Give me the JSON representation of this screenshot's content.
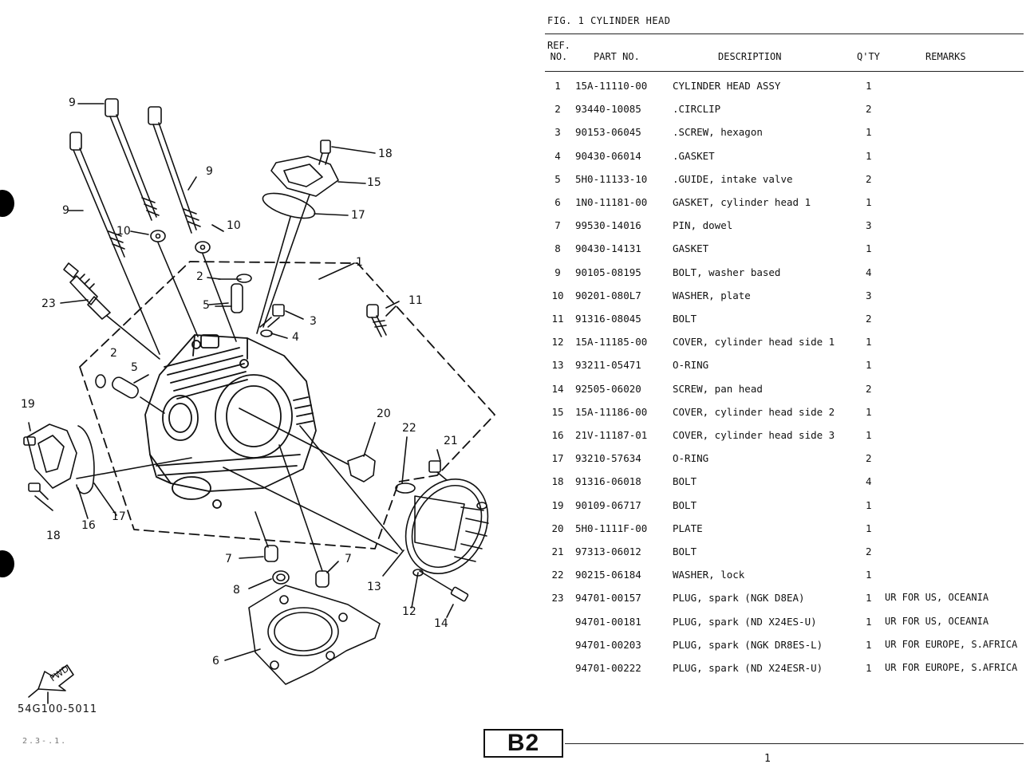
{
  "figure": {
    "title": "FIG.  1  CYLINDER HEAD",
    "headers": {
      "ref_no": "REF.\nNO.",
      "part_no": "PART NO.",
      "description": "DESCRIPTION",
      "qty": "Q'TY",
      "remarks": "REMARKS"
    },
    "rows": [
      {
        "ref": "1",
        "part_no": "15A-11110-00",
        "description": "CYLINDER HEAD ASSY",
        "qty": "1",
        "remarks": ""
      },
      {
        "ref": "2",
        "part_no": "93440-10085",
        "description": ".CIRCLIP",
        "qty": "2",
        "remarks": ""
      },
      {
        "ref": "3",
        "part_no": "90153-06045",
        "description": ".SCREW, hexagon",
        "qty": "1",
        "remarks": ""
      },
      {
        "ref": "4",
        "part_no": "90430-06014",
        "description": ".GASKET",
        "qty": "1",
        "remarks": ""
      },
      {
        "ref": "5",
        "part_no": "5H0-11133-10",
        "description": ".GUIDE, intake valve",
        "qty": "2",
        "remarks": ""
      },
      {
        "ref": "6",
        "part_no": "1N0-11181-00",
        "description": "GASKET, cylinder head 1",
        "qty": "1",
        "remarks": ""
      },
      {
        "ref": "7",
        "part_no": "99530-14016",
        "description": "PIN, dowel",
        "qty": "3",
        "remarks": ""
      },
      {
        "ref": "8",
        "part_no": "90430-14131",
        "description": "GASKET",
        "qty": "1",
        "remarks": ""
      },
      {
        "ref": "9",
        "part_no": "90105-08195",
        "description": "BOLT, washer based",
        "qty": "4",
        "remarks": ""
      },
      {
        "ref": "10",
        "part_no": "90201-080L7",
        "description": "WASHER, plate",
        "qty": "3",
        "remarks": ""
      },
      {
        "ref": "11",
        "part_no": "91316-08045",
        "description": "BOLT",
        "qty": "2",
        "remarks": ""
      },
      {
        "ref": "12",
        "part_no": "15A-11185-00",
        "description": "COVER, cylinder head side 1",
        "qty": "1",
        "remarks": ""
      },
      {
        "ref": "13",
        "part_no": "93211-05471",
        "description": "O-RING",
        "qty": "1",
        "remarks": ""
      },
      {
        "ref": "14",
        "part_no": "92505-06020",
        "description": "SCREW, pan head",
        "qty": "2",
        "remarks": ""
      },
      {
        "ref": "15",
        "part_no": "15A-11186-00",
        "description": "COVER, cylinder head side 2",
        "qty": "1",
        "remarks": ""
      },
      {
        "ref": "16",
        "part_no": "21V-11187-01",
        "description": "COVER, cylinder head side 3",
        "qty": "1",
        "remarks": ""
      },
      {
        "ref": "17",
        "part_no": "93210-57634",
        "description": "O-RING",
        "qty": "2",
        "remarks": ""
      },
      {
        "ref": "18",
        "part_no": "91316-06018",
        "description": "BOLT",
        "qty": "4",
        "remarks": ""
      },
      {
        "ref": "19",
        "part_no": "90109-06717",
        "description": "BOLT",
        "qty": "1",
        "remarks": ""
      },
      {
        "ref": "20",
        "part_no": "5H0-1111F-00",
        "description": "PLATE",
        "qty": "1",
        "remarks": ""
      },
      {
        "ref": "21",
        "part_no": "97313-06012",
        "description": "BOLT",
        "qty": "2",
        "remarks": ""
      },
      {
        "ref": "22",
        "part_no": "90215-06184",
        "description": "WASHER, lock",
        "qty": "1",
        "remarks": ""
      },
      {
        "ref": "23",
        "part_no": "94701-00157",
        "description": "PLUG, spark (NGK D8EA)",
        "qty": "1",
        "remarks": "UR FOR US, OCEANIA"
      },
      {
        "ref": "",
        "part_no": "94701-00181",
        "description": "PLUG, spark (ND X24ES-U)",
        "qty": "1",
        "remarks": "UR FOR US, OCEANIA"
      },
      {
        "ref": "",
        "part_no": "94701-00203",
        "description": "PLUG, spark (NGK DR8ES-L)",
        "qty": "1",
        "remarks": "UR FOR EUROPE, S.AFRICA"
      },
      {
        "ref": "",
        "part_no": "94701-00222",
        "description": "PLUG, spark (ND X24ESR-U)",
        "qty": "1",
        "remarks": "UR FOR EUROPE, S.AFRICA"
      }
    ]
  },
  "diagram": {
    "callouts": [
      "9",
      "9",
      "9",
      "18",
      "15",
      "17",
      "10",
      "10",
      "1",
      "2",
      "5",
      "3",
      "4",
      "11",
      "23",
      "2",
      "5",
      "19",
      "20",
      "22",
      "21",
      "16",
      "17",
      "18",
      "7",
      "7",
      "8",
      "13",
      "12",
      "14",
      "6"
    ],
    "fwd_label": "FWD",
    "part_code": "54G100-5011",
    "margin_note": "2.3-.1."
  },
  "footer": {
    "page_badge": "B2",
    "page_number": "1"
  }
}
